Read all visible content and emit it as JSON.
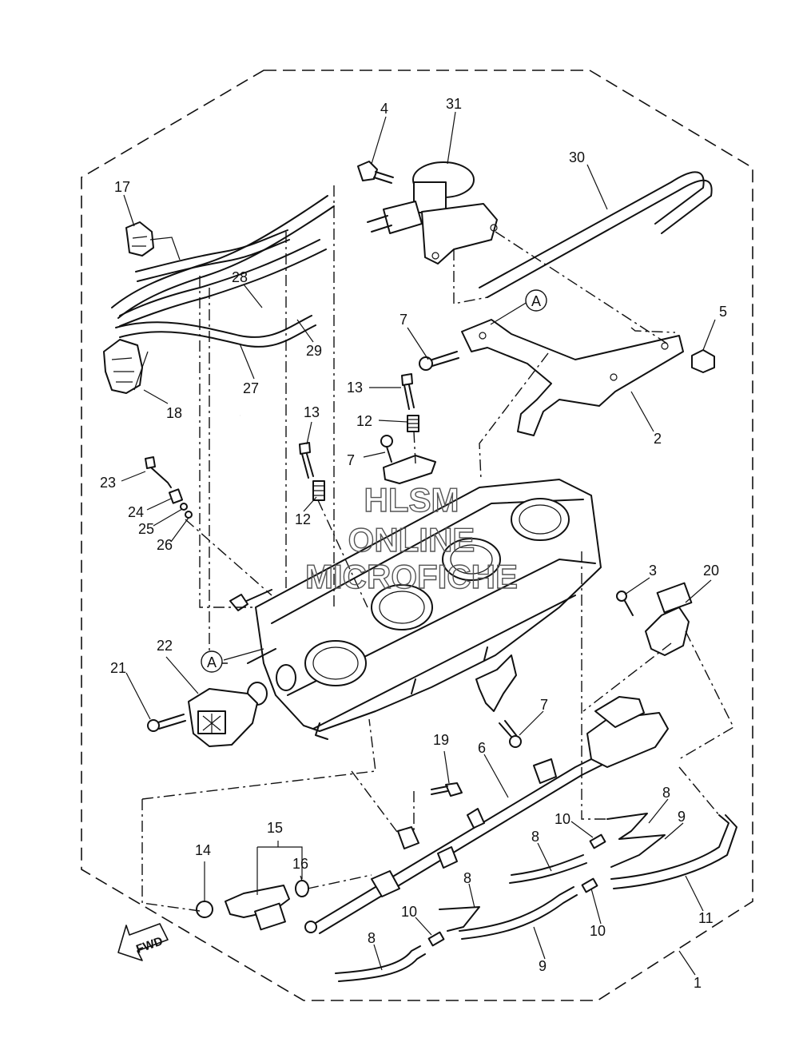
{
  "callouts": [
    "1",
    "2",
    "3",
    "4",
    "5",
    "6",
    "7",
    "8",
    "9",
    "10",
    "11",
    "12",
    "13",
    "14",
    "15",
    "16",
    "17",
    "18",
    "19",
    "20",
    "21",
    "22",
    "23",
    "24",
    "25",
    "26",
    "27",
    "28",
    "29",
    "30",
    "31"
  ],
  "reference_marker": "A",
  "direction_label": "FWD",
  "watermark": [
    "HLSM",
    "ONLINE",
    "MICROFICHE"
  ]
}
